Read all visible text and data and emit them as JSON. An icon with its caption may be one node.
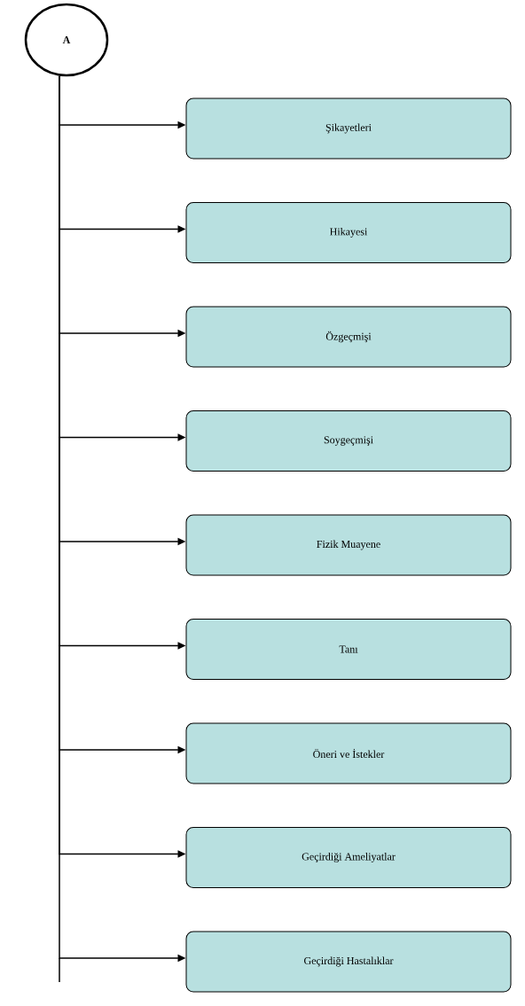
{
  "diagram": {
    "nodes": [
      {
        "text": [
          "A"
        ]
      },
      {
        "text": [
          "Şikayetleri"
        ]
      },
      {
        "text": [
          "Hikayesi"
        ]
      },
      {
        "text": [
          "Özgeçmişi"
        ]
      },
      {
        "text": [
          "Soygeçmişi"
        ]
      },
      {
        "text": [
          "Fizik Muayene"
        ]
      },
      {
        "text": [
          "Tanı"
        ]
      },
      {
        "text": [
          "Öneri ve İstekler"
        ]
      },
      {
        "text": [
          "Geçirdiği Ameliyatlar"
        ]
      },
      {
        "text": [
          "Geçirdiği Hastalıklar"
        ]
      }
    ],
    "edges": [
      {
        "from": 0,
        "to": 1,
        "arrow": "to"
      },
      {
        "from": 0,
        "to": 2,
        "arrow": "to"
      },
      {
        "from": 0,
        "to": 3,
        "arrow": "to"
      },
      {
        "from": 0,
        "to": 4,
        "arrow": "to"
      },
      {
        "from": 0,
        "to": 5,
        "arrow": "to"
      },
      {
        "from": 0,
        "to": 6,
        "arrow": "to"
      },
      {
        "from": 0,
        "to": 7,
        "arrow": "to"
      },
      {
        "from": 0,
        "to": 8,
        "arrow": "to"
      },
      {
        "from": 0,
        "to": 9,
        "arrow": "to"
      }
    ]
  }
}
